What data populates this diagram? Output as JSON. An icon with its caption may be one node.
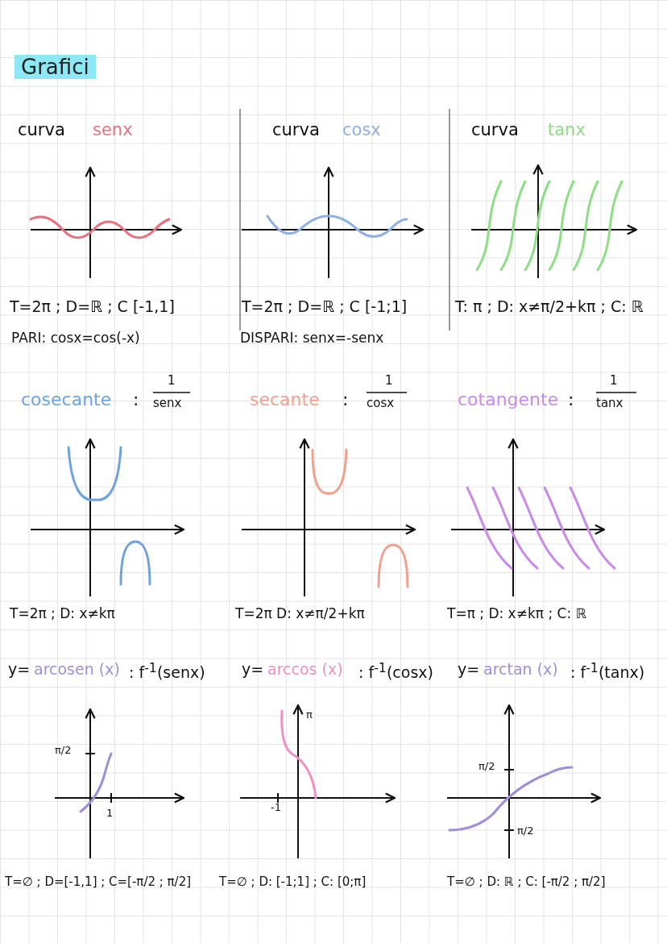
{
  "diagram": {
    "title": "Grafici",
    "labels": [
      "curva",
      "senx",
      "curva",
      "cosx",
      "curva",
      "tanx",
      "T=2π ; D=ℝ ; C [-1,1]",
      "T=2π ; D=ℝ ; C [-1;1]",
      "T: π ; D: x≠π/2+kπ ; C: ℝ",
      "PARI: cosx=cos(-x)",
      "DISPARI: senx=-senx",
      "cosecante",
      ":",
      "1",
      "senx",
      "secante",
      ":",
      "1",
      "cosx",
      "cotangente",
      ":",
      "1",
      "tanx",
      "T=2π ; D: x≠kπ",
      "T=2π  D: x≠π/2+kπ",
      "T=π ; D: x≠kπ ; C: ℝ",
      "y=",
      "arcosen (x)",
      ": f$^{-1}$(senx)",
      "y=",
      "arccos (x)",
      ": f$^{-1}$(cosx)",
      "y=",
      "arctan (x)",
      ": f$^{-1}$(tanx)",
      "π/2",
      "1",
      "π",
      "-1",
      "π/2",
      "π/2",
      "T=∅ ; D=[-1,1] ; C=[-π/2 ; π/2]",
      "T=∅ ; D: [-1;1] ; C: [0;π]",
      "T=∅ ; D: ℝ ; C: [-π/2 ; π/2]"
    ]
  }
}
